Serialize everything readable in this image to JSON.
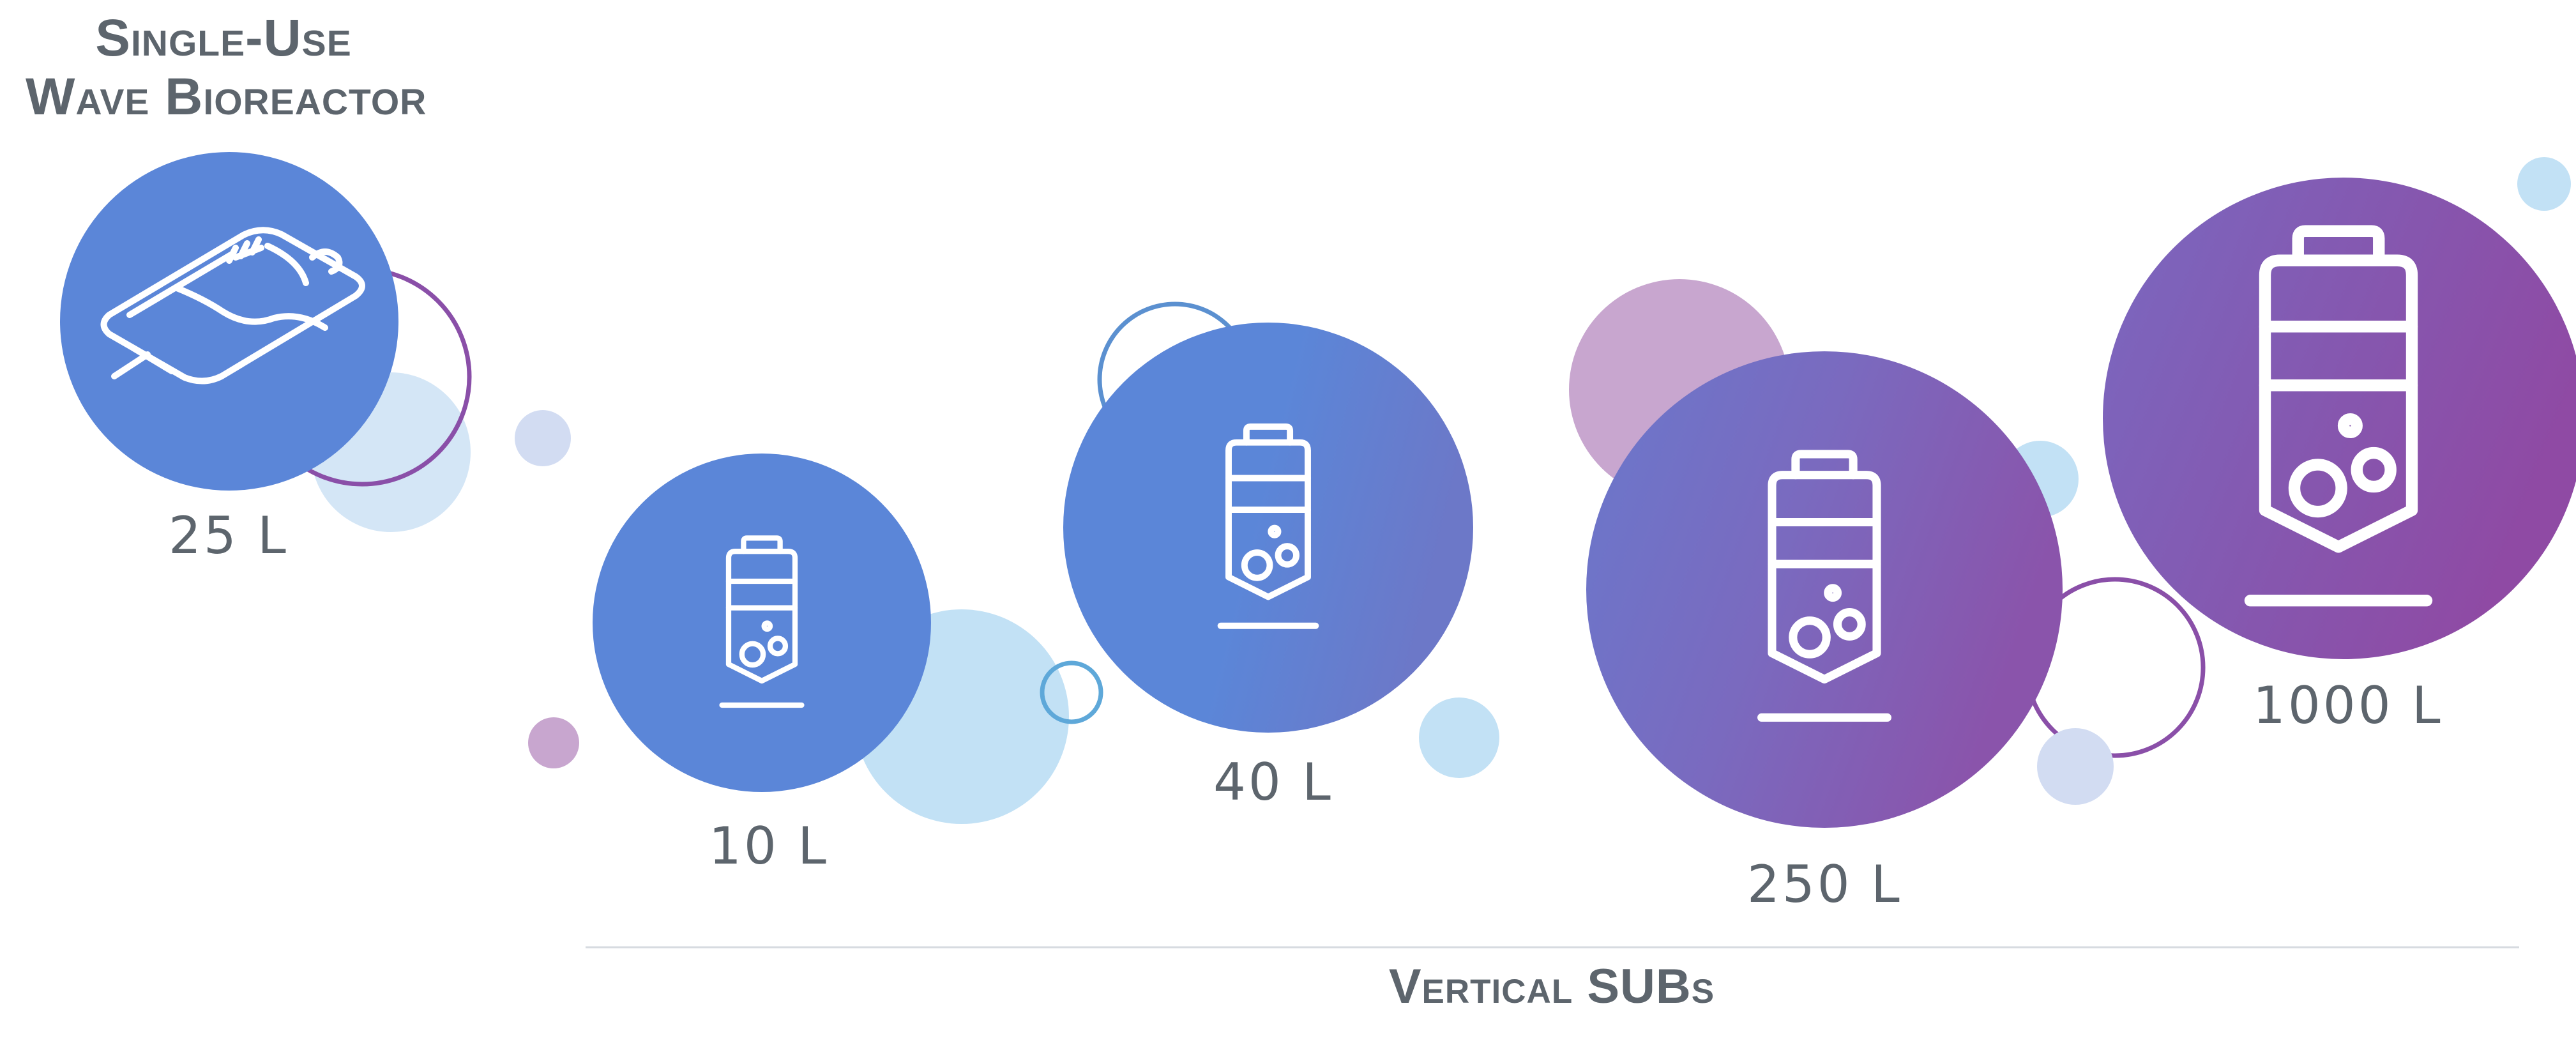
{
  "headings": {
    "wave": [
      "Single-Use",
      "Wave Bioreactor"
    ],
    "vertical": "Vertical SUBs"
  },
  "volumes": {
    "wave_25": "25 L",
    "sub_10": "10 L",
    "sub_40": "40 L",
    "sub_250": "250 L",
    "sub_1000": "1000 L"
  },
  "icons": {
    "wave": "wave-bioreactor-bag-icon",
    "vertical": "vertical-bioreactor-vessel-icon"
  },
  "colors": {
    "blue": "#5b86d8",
    "purple": "#8a4fa8",
    "light_blue": "#c2e1f5",
    "lavender": "#cfdaf1",
    "mauve": "#c8a6cf",
    "ring_purple": "#8a4fa8",
    "ring_blue": "#5b90d0",
    "text": "#5d656d",
    "rule": "#d7dbe0"
  }
}
